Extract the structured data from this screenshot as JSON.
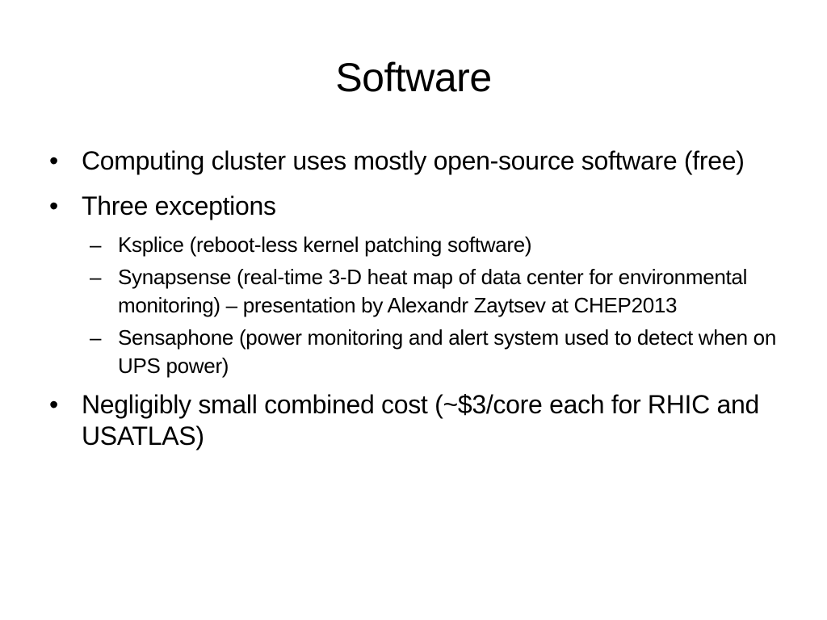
{
  "slide": {
    "title": "Software",
    "bullets": [
      {
        "marker": "•",
        "text": "Computing cluster uses mostly open-source software (free)"
      },
      {
        "marker": "•",
        "text": "Three exceptions",
        "subitems": [
          {
            "marker": "–",
            "text": "Ksplice (reboot-less kernel patching software)"
          },
          {
            "marker": "–",
            "text": "Synapsense (real-time 3-D heat map of data center for environmental monitoring) – presentation by Alexandr Zaytsev at CHEP2013"
          },
          {
            "marker": "–",
            "text": "Sensaphone (power monitoring and alert system used to detect when on UPS power)"
          }
        ]
      },
      {
        "marker": "•",
        "text": "Negligibly small combined cost (~$3/core each for RHIC and USATLAS)"
      }
    ]
  }
}
